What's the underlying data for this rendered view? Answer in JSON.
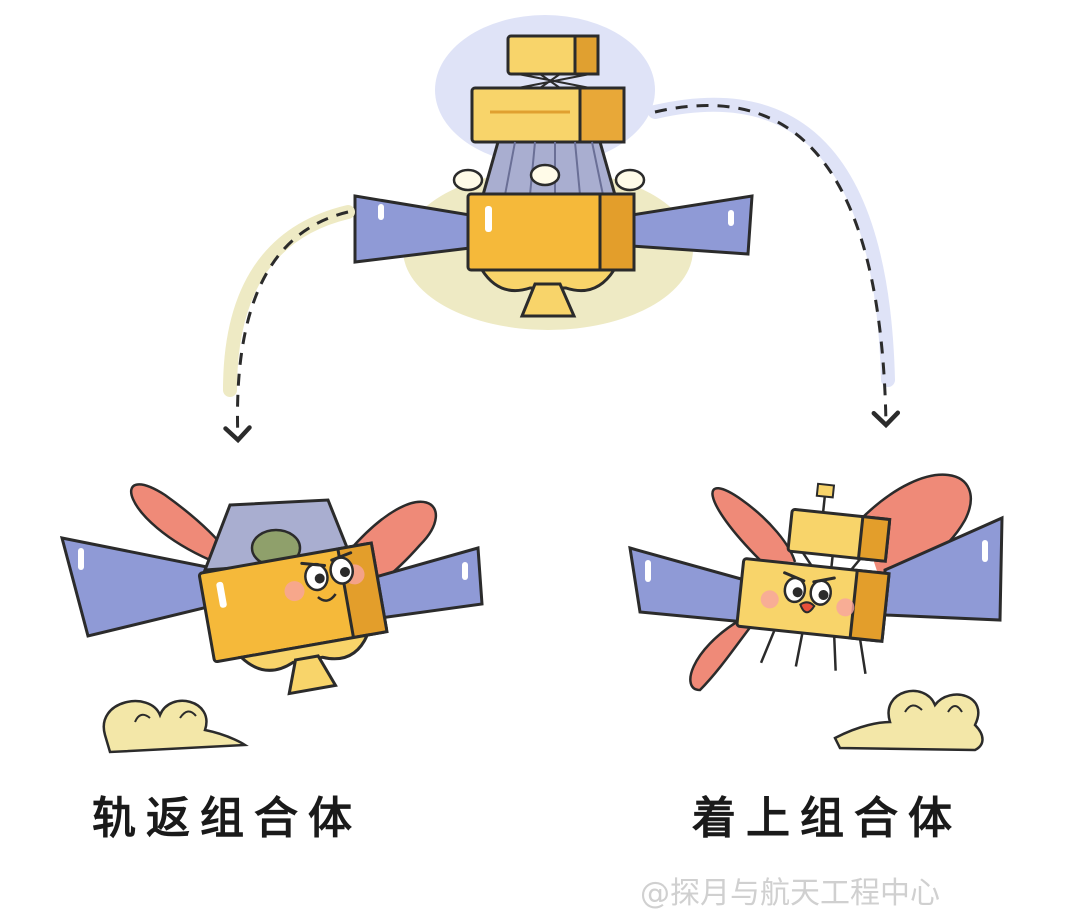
{
  "labels": {
    "left": "轨返组合体",
    "right": "着上组合体"
  },
  "watermark": "@探月与航天工程中心",
  "colors": {
    "gold": "#f5b93a",
    "gold_light": "#f8d46a",
    "panel_blue": "#8f9ad6",
    "ribbon": "#ef8a78",
    "halo_blue": "#dfe3f7",
    "halo_yellow": "#eeeac4",
    "outline": "#2b2b2b",
    "cloud": "#f3e7a8"
  }
}
